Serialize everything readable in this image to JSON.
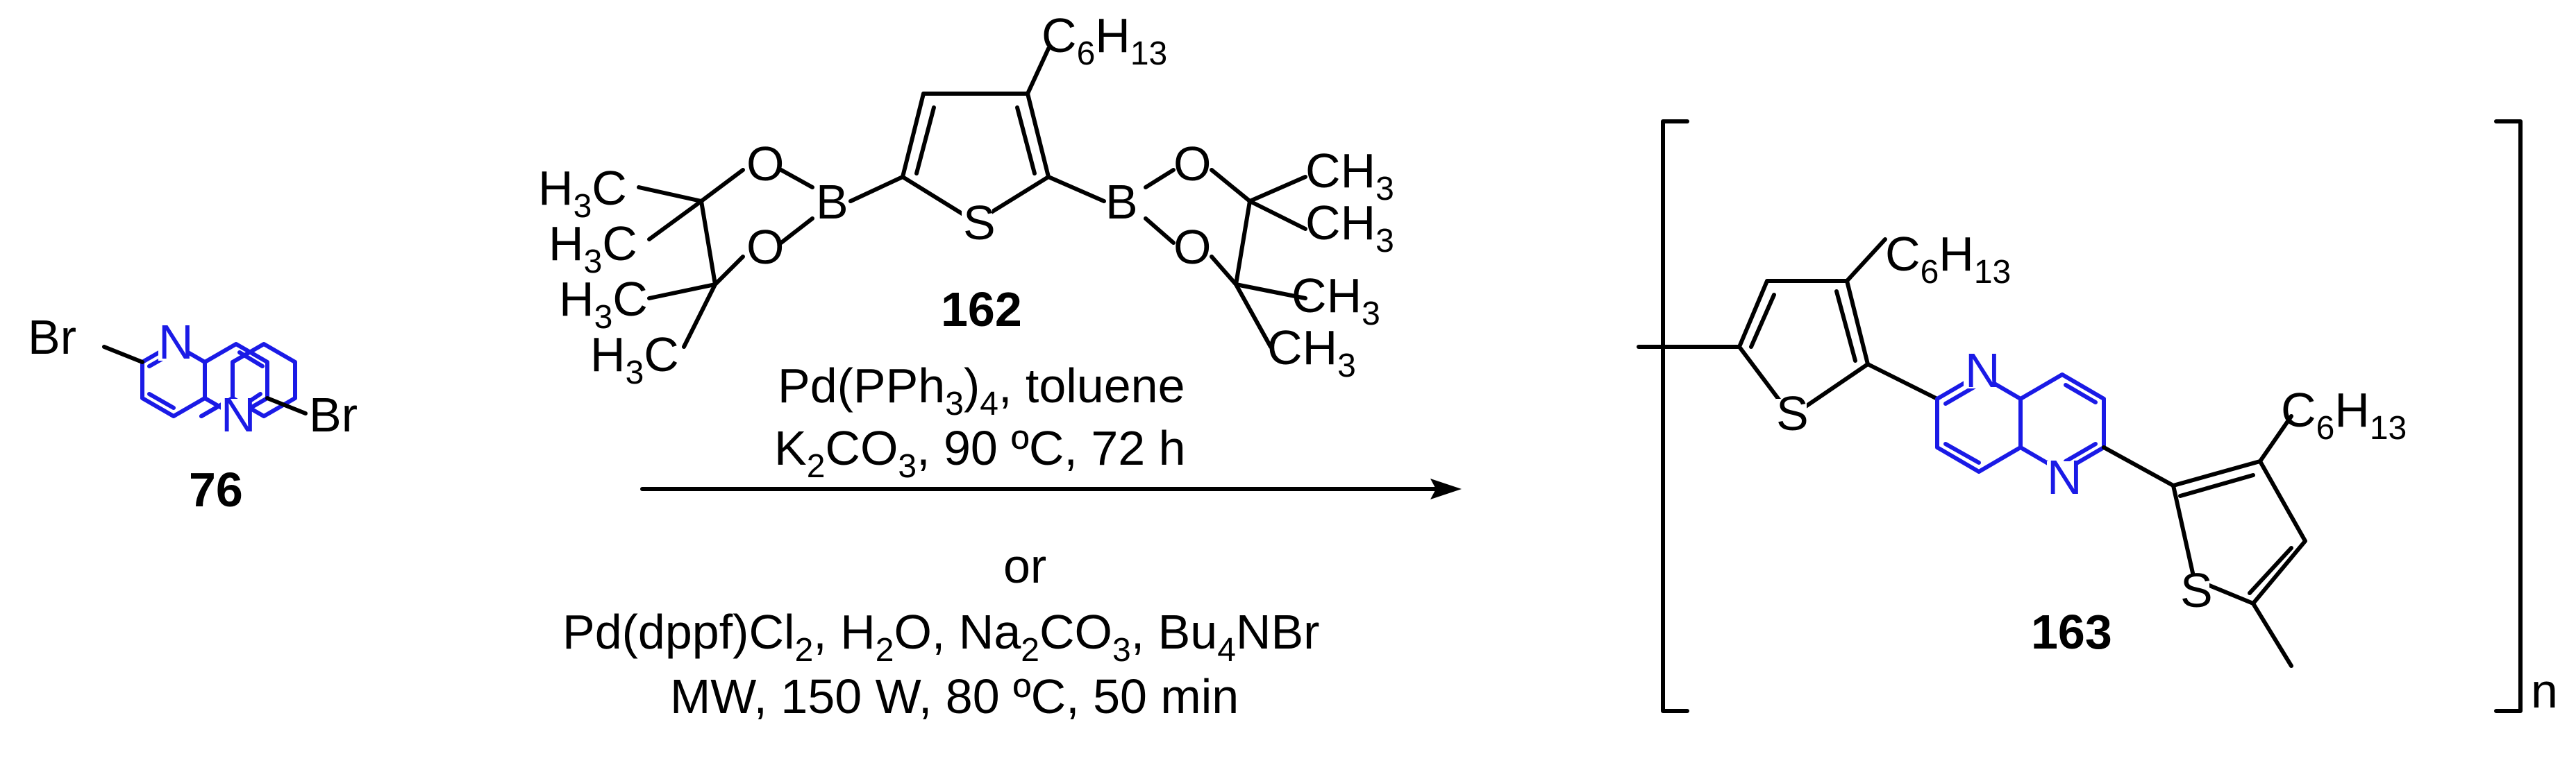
{
  "colors": {
    "bond": "#000000",
    "naphthyridine": "#1a1ae6",
    "background": "#ffffff"
  },
  "reactant": {
    "label": "76",
    "br_left": "Br",
    "br_right": "Br",
    "n_top": "N",
    "n_bottom": "N"
  },
  "reagent": {
    "label": "162",
    "hexyl": {
      "c": "C",
      "c_sub": "6",
      "h": "H",
      "h_sub": "13"
    },
    "s": "S",
    "b_left": "B",
    "b_right": "B",
    "o": "O",
    "ch3": {
      "h": "H",
      "sub": "3",
      "c": "C"
    }
  },
  "conditions": {
    "line1": {
      "pre": "Pd(PPh",
      "sub": "3",
      "mid": ")",
      "sub2": "4",
      "post": ", toluene"
    },
    "line2": {
      "k": "K",
      "sub1": "2",
      "co": "CO",
      "sub2": "3",
      "post": ", 90 ºC, 72 h"
    },
    "or": "or",
    "line3": {
      "pre": "Pd(dppf)Cl",
      "sub1": "2",
      "h2o_a": ", H",
      "sub2": "2",
      "h2o_b": "O, Na",
      "sub3": "2",
      "co": "CO",
      "sub4": "3",
      "bu": ", Bu",
      "sub5": "4",
      "post": "NBr"
    },
    "line4": "MW, 150 W, 80 ºC, 50 min"
  },
  "product": {
    "label": "163",
    "repeat": "n",
    "n_top": "N",
    "n_bottom": "N",
    "s": "S"
  }
}
